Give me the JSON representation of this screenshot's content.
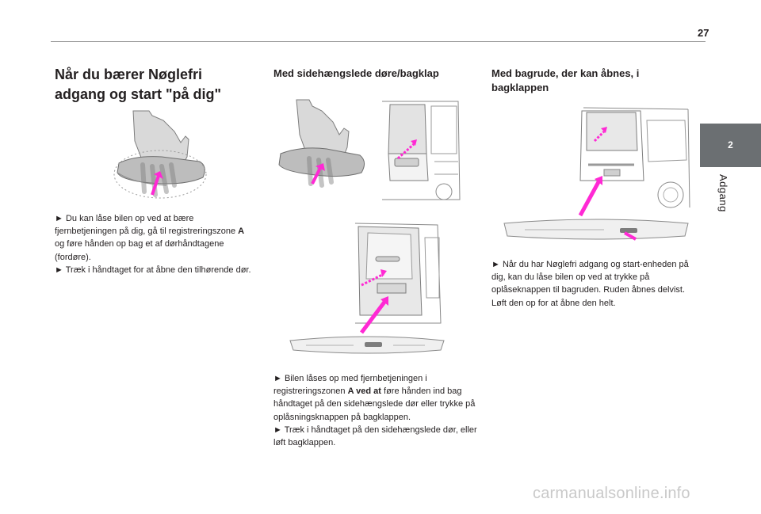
{
  "page": {
    "number": "27"
  },
  "side_tab": {
    "chapter_number": "2",
    "chapter_title": "Adgang"
  },
  "col1": {
    "heading": "Når du bærer Nøglefri adgang og start \"på dig\"",
    "instructions": [
      {
        "bullet": "►",
        "parts": [
          {
            "text": "Du kan låse bilen op ved at bære fjernbetjeningen på dig, gå til registreringszone ",
            "bold": false
          },
          {
            "text": "A",
            "bold": true
          },
          {
            "text": " og føre hånden op bag et af dørhåndtagene (fordøre).",
            "bold": false
          }
        ]
      },
      {
        "bullet": "►",
        "parts": [
          {
            "text": "Træk i håndtaget for at åbne den tilhørende dør.",
            "bold": false
          }
        ]
      }
    ]
  },
  "col2": {
    "heading": "Med sidehængslede døre/bagklap",
    "instructions": [
      {
        "bullet": "►",
        "parts": [
          {
            "text": "Bilen låses op med fjernbetjeningen i registreringszonen ",
            "bold": false
          },
          {
            "text": "A ved at",
            "bold": true
          },
          {
            "text": " føre hånden ind bag håndtaget på den sidehængslede dør eller trykke på oplåsningsknappen på bagklappen.",
            "bold": false
          }
        ]
      },
      {
        "bullet": "►",
        "parts": [
          {
            "text": "Træk i håndtaget på den sidehængslede dør, eller løft bagklappen.",
            "bold": false
          }
        ]
      }
    ]
  },
  "col3": {
    "heading": "Med bagrude, der kan åbnes, i bagklappen",
    "instructions": [
      {
        "bullet": "►",
        "parts": [
          {
            "text": "Når du har Nøglefri adgang og start-enheden på dig, kan du låse bilen op ved at trykke på oplåseknappen til bagruden. Ruden åbnes delvist. Løft den op for at åbne den helt.",
            "bold": false
          }
        ]
      }
    ]
  },
  "colors": {
    "accent_arrow": "#ff29d4",
    "tab": "#6b6f72",
    "line_art": "#7d7d7d",
    "fill_grey": "#cfcfcf"
  },
  "watermark": "carmanualsonline.info"
}
